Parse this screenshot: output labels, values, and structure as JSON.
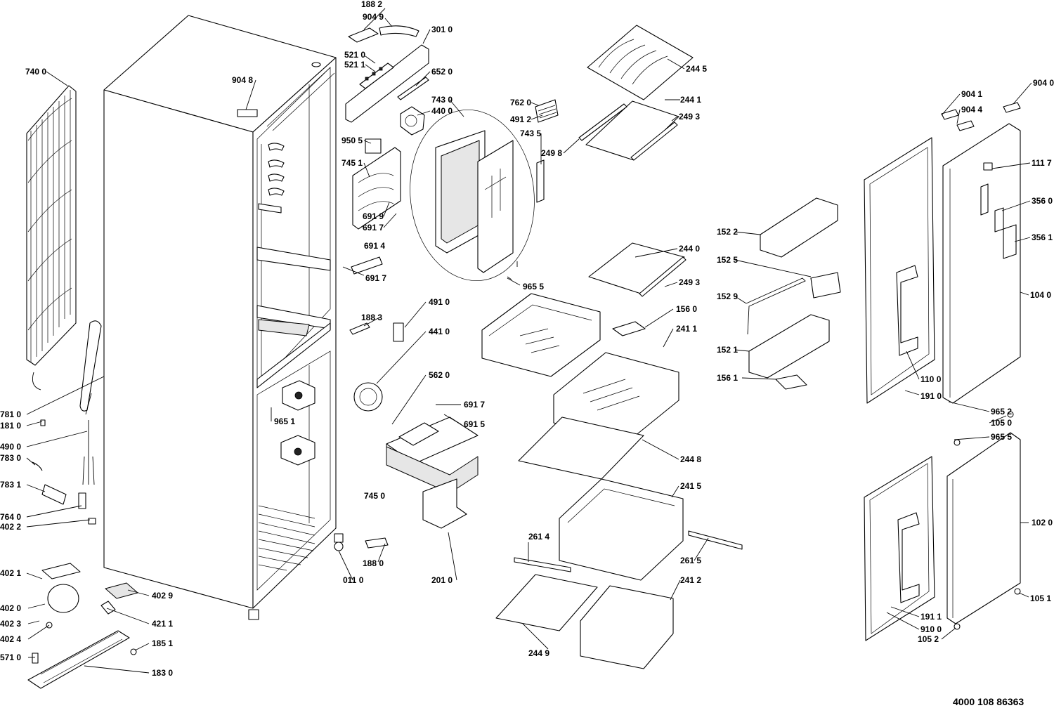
{
  "document_number": "4000 108 86363",
  "labels": {
    "p1882": "188 2",
    "p9049": "904 9",
    "p3010": "301 0",
    "p5210": "521 0",
    "p5211": "521 1",
    "p6520": "652 0",
    "p9048": "904 8",
    "p7430": "743 0",
    "p4400": "440 0",
    "p7620": "762 0",
    "p4912": "491 2",
    "p7435": "743 5",
    "p9505": "950 5",
    "p7451": "745 1",
    "p6919": "691 9",
    "p6917a": "691 7",
    "p6914": "691 4",
    "p6917b": "691 7",
    "p9655a": "965 5",
    "p2445": "244 5",
    "p2441": "244 1",
    "p2493a": "249 3",
    "p2498": "249 8",
    "p7400": "740 0",
    "p9041": "904 1",
    "p9044": "904 4",
    "p9040": "904 0",
    "p1117": "111 7",
    "p3560": "356 0",
    "p3561": "356 1",
    "p1040": "104 0",
    "p1522": "152 2",
    "p1525": "152 5",
    "p1529": "152 9",
    "p1521": "152 1",
    "p1561": "156 1",
    "p2440": "244 0",
    "p2493b": "249 3",
    "p1560": "156 0",
    "p2411": "241 1",
    "p4910": "491 0",
    "p1883": "188 3",
    "p4410": "441 0",
    "p5620": "562 0",
    "p6917c": "691 7",
    "p6915": "691 5",
    "p9651": "965 1",
    "p7450": "745 0",
    "p7810": "781 0",
    "p1810": "181 0",
    "p4900": "490 0",
    "p7830": "783 0",
    "p7831": "783 1",
    "p7640": "764 0",
    "p4022": "402 2",
    "p4021": "402 1",
    "p4029": "402 9",
    "p4020": "402 0",
    "p4211": "421 1",
    "p4023": "402 3",
    "p4024": "402 4",
    "p1851": "185 1",
    "p5710": "571 0",
    "p1830": "183 0",
    "p0110": "011 0",
    "p1880": "188 0",
    "p2010": "201 0",
    "p2448": "244 8",
    "p2415": "241 5",
    "p2614": "261 4",
    "p2615": "261 5",
    "p2412": "241 2",
    "p2449": "244 9",
    "p1100": "110 0",
    "p1910": "191 0",
    "p9652": "965 2",
    "p1050": "105 0",
    "p9655b": "965 5",
    "p1020": "102 0",
    "p1051": "105 1",
    "p1911": "191 1",
    "p9100": "910 0",
    "p1052": "105 2"
  },
  "colors": {
    "line": "#000000",
    "fill": "#ffffff",
    "shade": "#e6e6e6"
  }
}
